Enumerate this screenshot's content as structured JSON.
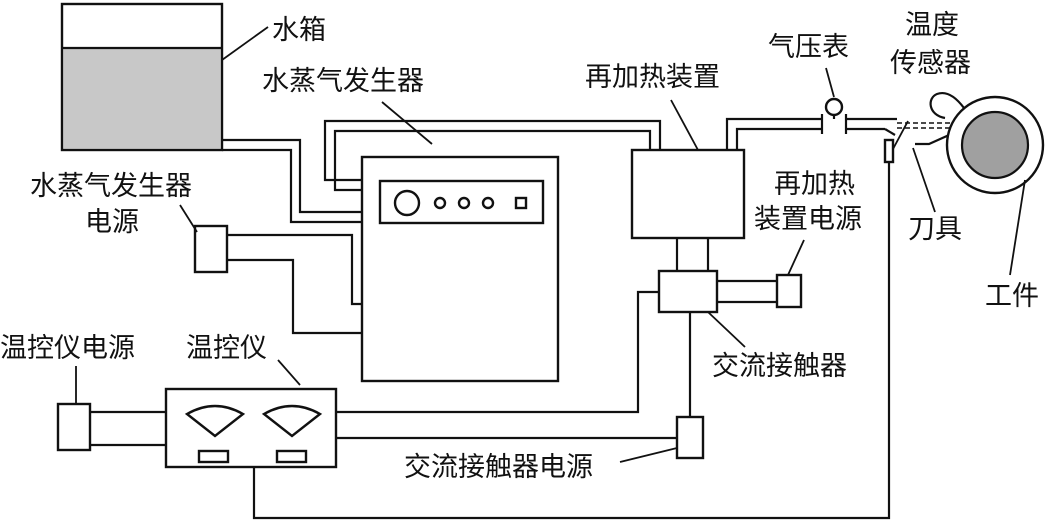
{
  "labels": {
    "water_tank": "水箱",
    "steam_generator": "水蒸气发生器",
    "steam_gen_power_1": "水蒸气发生器",
    "steam_gen_power_2": "电源",
    "reheater": "再加热装置",
    "pressure_gauge": "气压表",
    "temp_sensor_1": "温度",
    "temp_sensor_2": "传感器",
    "reheater_power_1": "再加热",
    "reheater_power_2": "装置电源",
    "tool": "刀具",
    "workpiece": "工件",
    "thermostat_power": "温控仪电源",
    "thermostat": "温控仪",
    "ac_contactor": "交流接触器",
    "ac_contactor_power": "交流接触器电源"
  },
  "colors": {
    "line": "#111111",
    "water": "#c8c8c8",
    "workpiece": "#a0a0a0"
  }
}
